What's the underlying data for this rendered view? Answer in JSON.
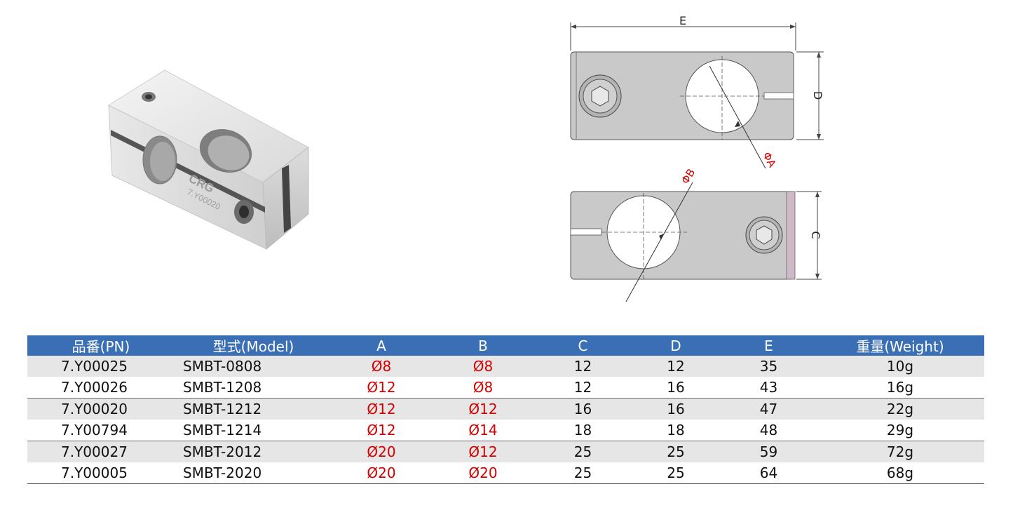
{
  "photo": {
    "logo_text": "CRG",
    "engraved_pn": "7.Y00020"
  },
  "drawing": {
    "dim_e": "E",
    "dim_d": "D",
    "dim_c": "C",
    "dim_a": "ΦA",
    "dim_b": "ΦB"
  },
  "table": {
    "headers": [
      "品番(PN)",
      "型式(Model)",
      "A",
      "B",
      "C",
      "D",
      "E",
      "重量(Weight)"
    ],
    "rows": [
      [
        "7.Y00025",
        "SMBT-0808",
        "Ø8",
        "Ø8",
        "12",
        "12",
        "35",
        "10g"
      ],
      [
        "7.Y00026",
        "SMBT-1208",
        "Ø12",
        "Ø8",
        "12",
        "16",
        "43",
        "16g"
      ],
      [
        "7.Y00020",
        "SMBT-1212",
        "Ø12",
        "Ø12",
        "16",
        "16",
        "47",
        "22g"
      ],
      [
        "7.Y00794",
        "SMBT-1214",
        "Ø12",
        "Ø14",
        "18",
        "18",
        "48",
        "29g"
      ],
      [
        "7.Y00027",
        "SMBT-2012",
        "Ø20",
        "Ø12",
        "25",
        "25",
        "59",
        "72g"
      ],
      [
        "7.Y00005",
        "SMBT-2020",
        "Ø20",
        "Ø20",
        "25",
        "25",
        "64",
        "68g"
      ]
    ]
  },
  "colors": {
    "header_bg": "#3a6fb5",
    "stripe_bg": "#e6e6e6",
    "diameter_text": "#d40000"
  }
}
